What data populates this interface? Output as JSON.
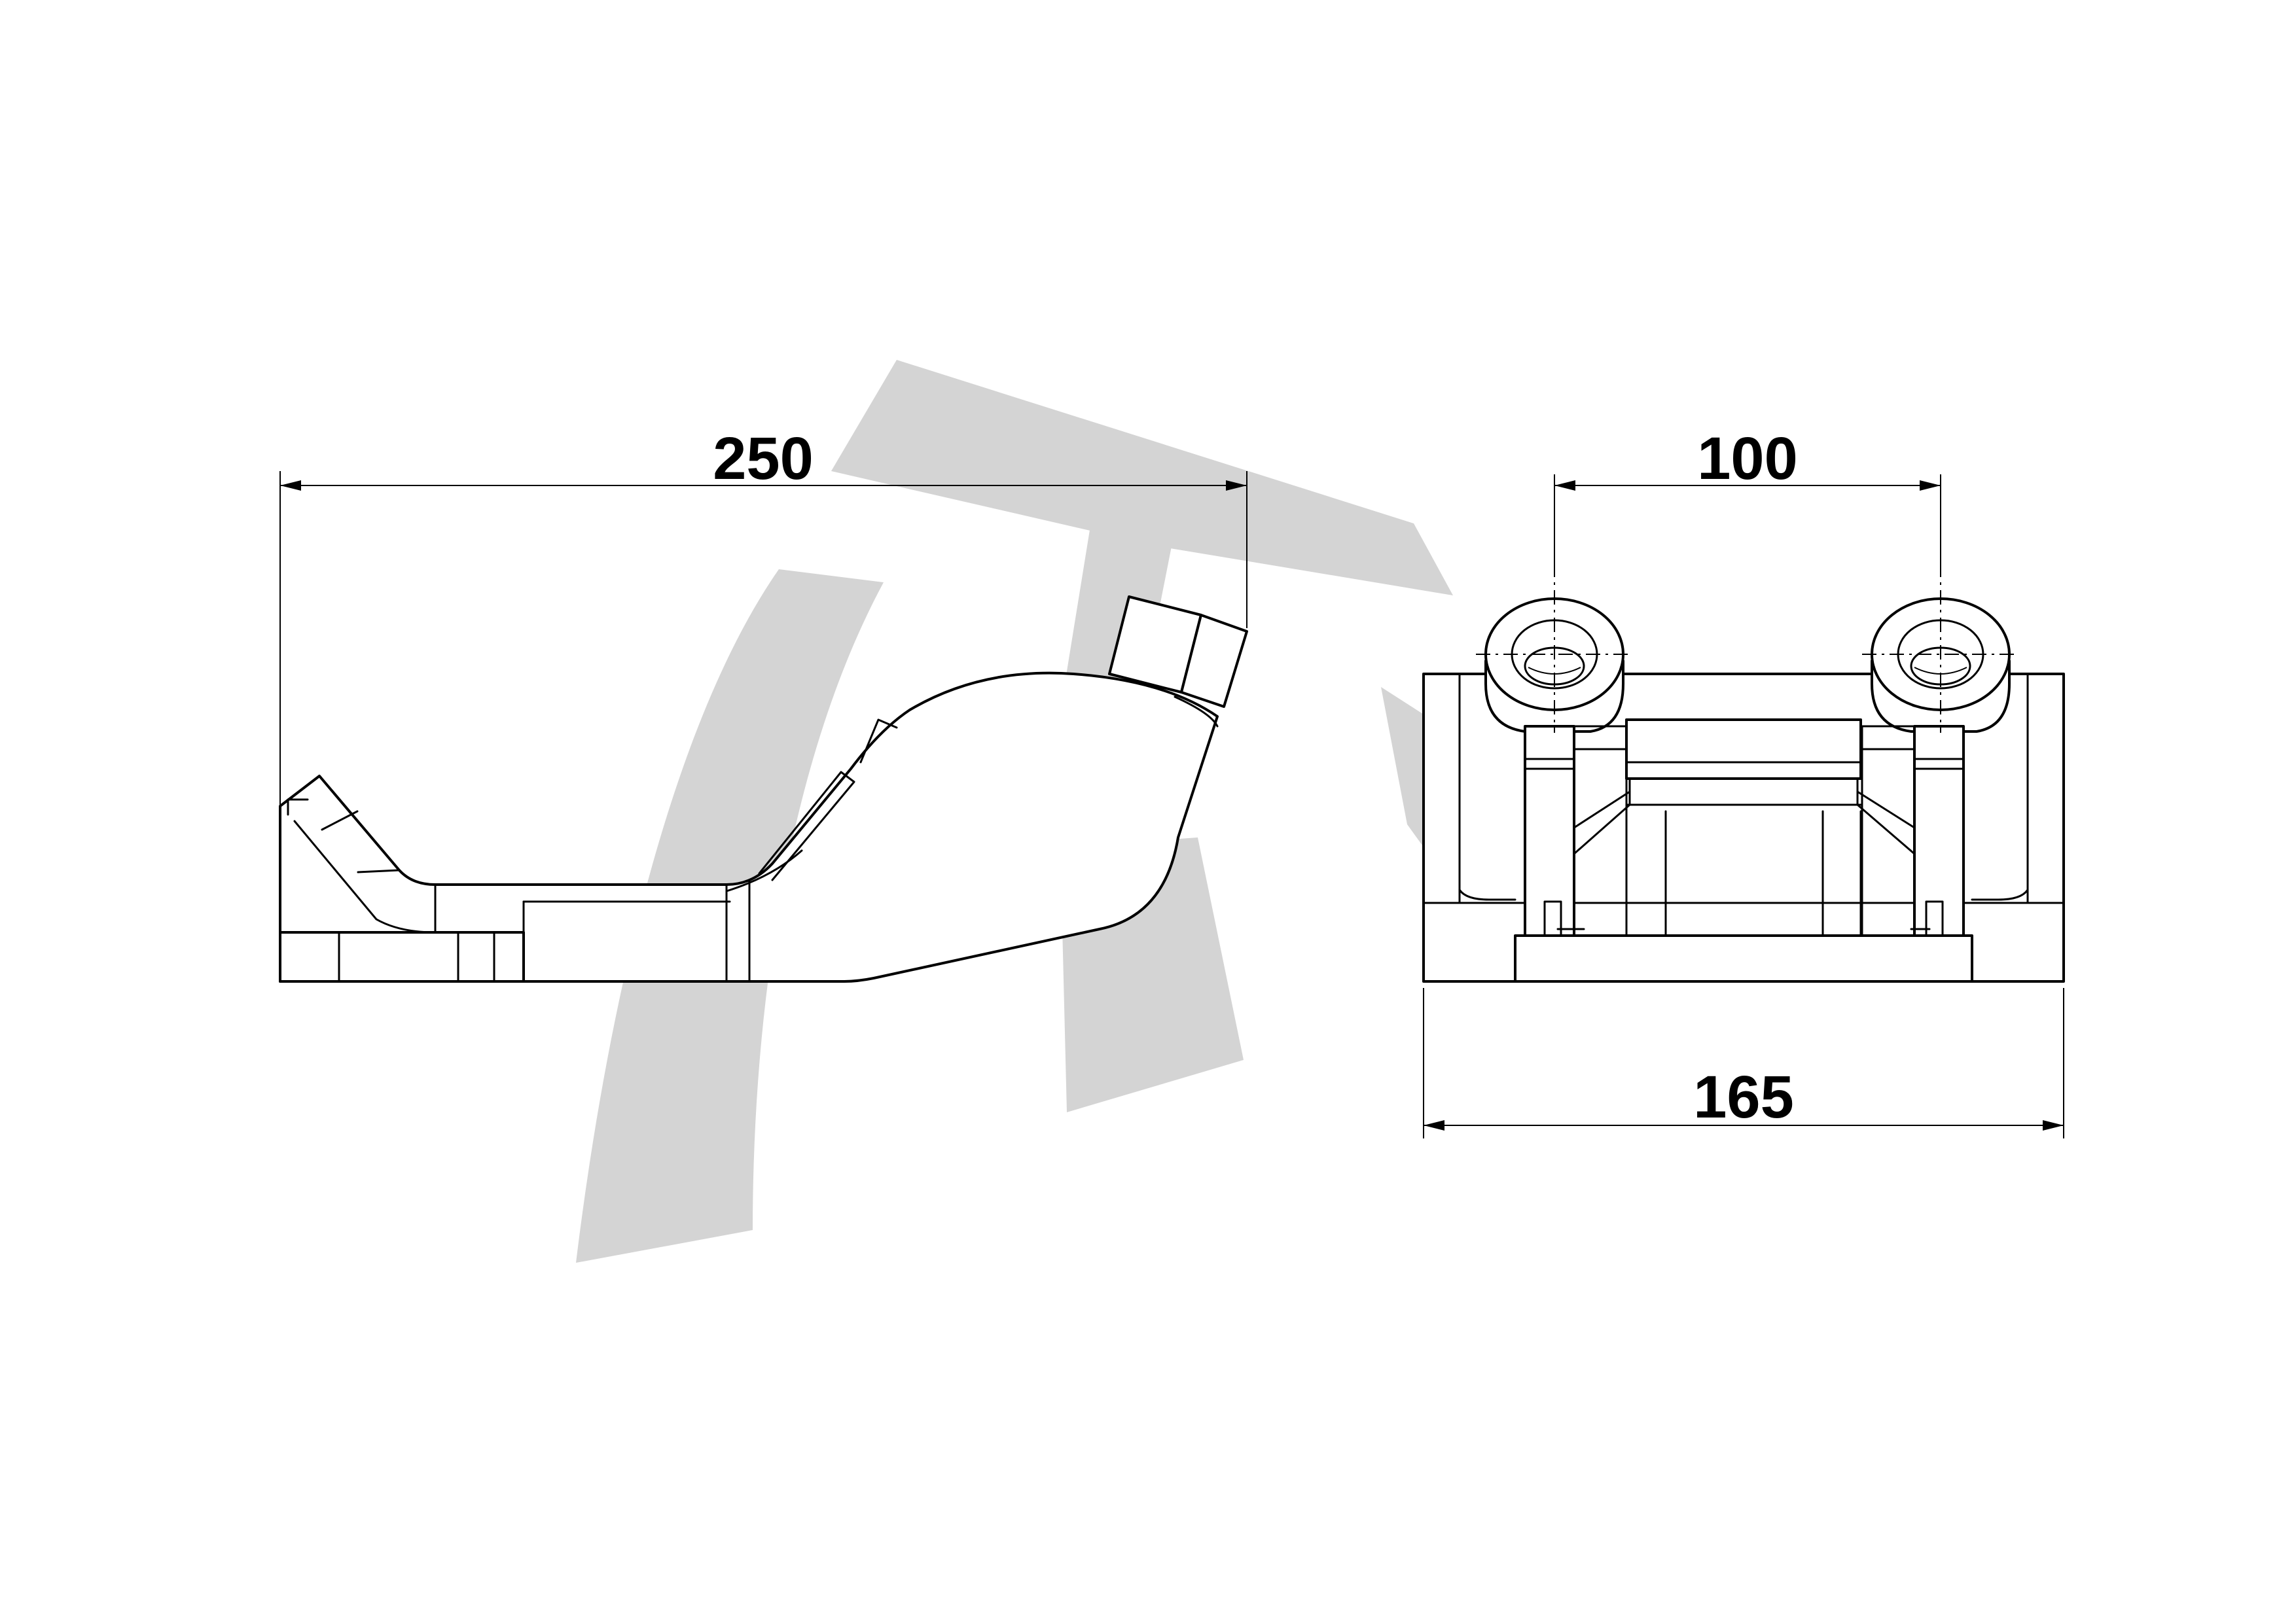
{
  "drawing": {
    "side_view": {
      "length_dimension": "250"
    },
    "front_view": {
      "hole_spacing_dimension": "100",
      "overall_width_dimension": "165"
    }
  },
  "colors": {
    "line": "#000000",
    "watermark": "#d4d4d4",
    "background": "#ffffff"
  }
}
